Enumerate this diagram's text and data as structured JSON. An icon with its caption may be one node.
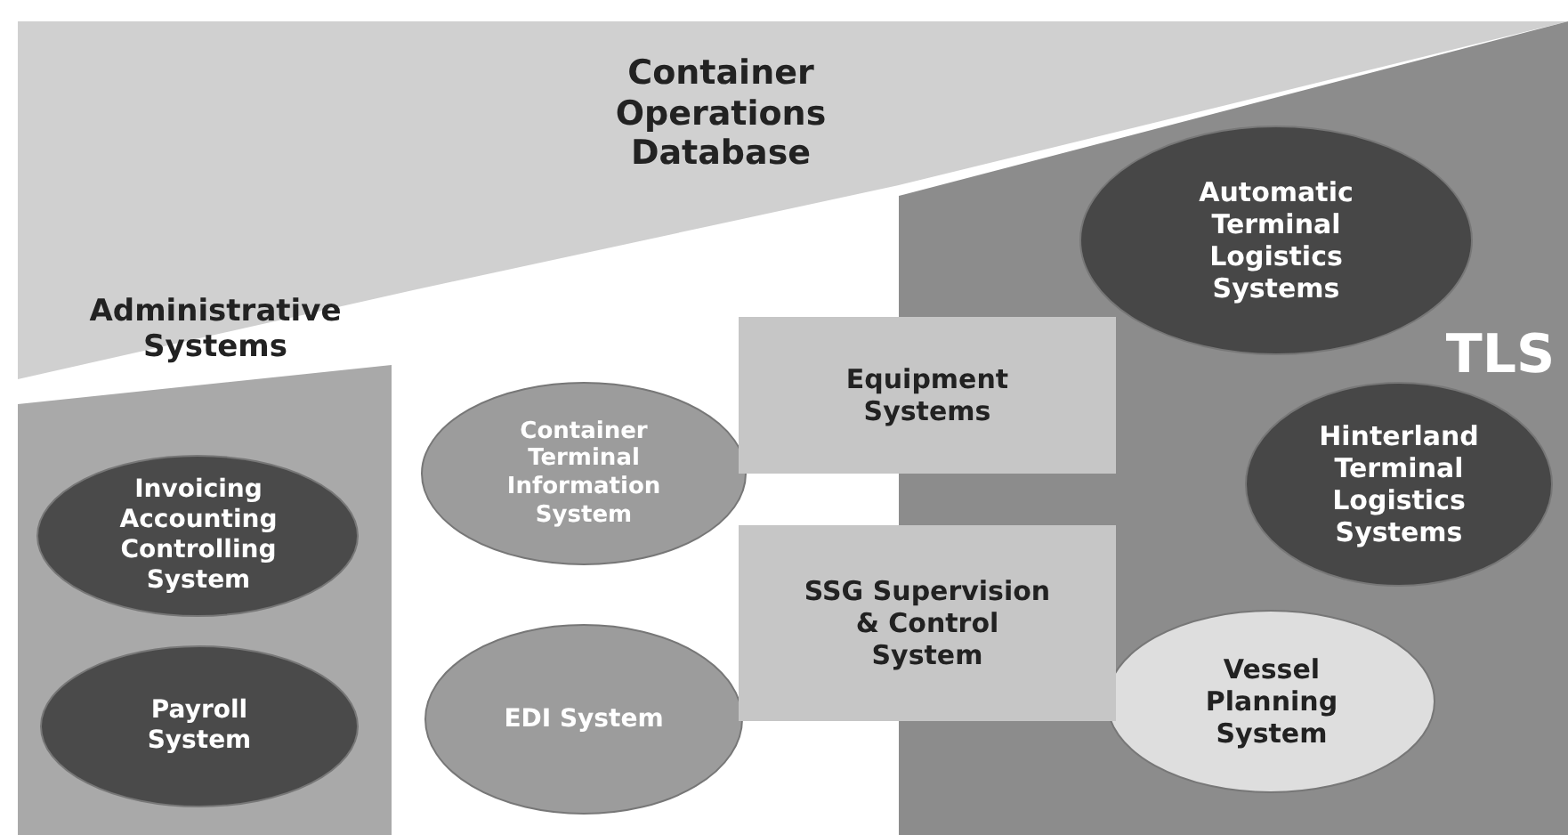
{
  "diagram": {
    "nodes": [
      {
        "text": [
          "Container Operations Database"
        ]
      },
      {
        "text": [
          "Administrative Systems"
        ]
      },
      {
        "text": [
          "Invoicing Accounting Controlling System"
        ],
        "in": 1
      },
      {
        "text": [
          "Payroll System"
        ],
        "in": 1
      },
      {
        "text": [
          "Container Terminal Information System"
        ]
      },
      {
        "text": [
          "EDI System"
        ]
      },
      {
        "text": [
          "Equipment Systems"
        ]
      },
      {
        "text": [
          "SSG Supervision & Control System"
        ]
      },
      {
        "text": [
          "TLS"
        ]
      },
      {
        "text": [
          "Automatic Terminal Logistics Systems"
        ],
        "in": 8
      },
      {
        "text": [
          "Hinterland Terminal Logistics Systems"
        ],
        "in": 8
      },
      {
        "text": [
          "Vessel Planning System"
        ],
        "in": 8
      }
    ]
  }
}
